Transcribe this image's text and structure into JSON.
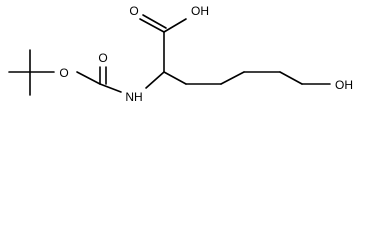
{
  "molecule": {
    "atoms": {
      "carbonyl_o_top": "O",
      "hydroxyl_acid": "OH",
      "ester_o": "O",
      "carbamate_o": "O",
      "amine": "NH",
      "hydroxyl_terminal": "OH"
    },
    "colors": {
      "bond": "#000000",
      "label": "#000000",
      "background": "#ffffff"
    }
  }
}
